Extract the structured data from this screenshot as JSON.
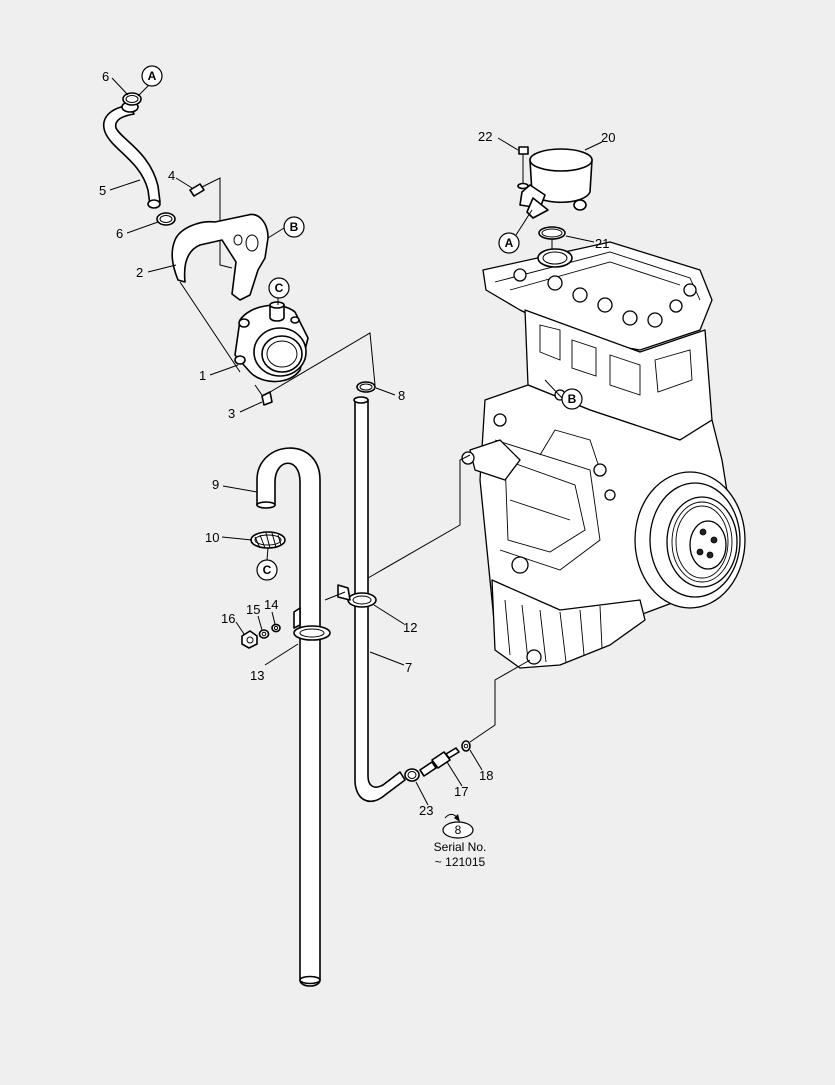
{
  "callouts": {
    "c1": "1",
    "c2": "2",
    "c3": "3",
    "c4": "4",
    "c5": "5",
    "c6a": "6",
    "c6b": "6",
    "c7": "7",
    "c8": "8",
    "c9": "9",
    "c10": "10",
    "c12": "12",
    "c13": "13",
    "c14": "14",
    "c15": "15",
    "c16": "16",
    "c17": "17",
    "c18": "18",
    "c20": "20",
    "c21": "21",
    "c22": "22",
    "c23": "23"
  },
  "refs": {
    "a_top": "A",
    "a_engine": "A",
    "b_bracket": "B",
    "b_engine": "B",
    "c_separator": "C",
    "c_clamp": "C"
  },
  "serial_note": {
    "badge": "8",
    "line1": "Serial No.",
    "line2": "~ 121015"
  }
}
